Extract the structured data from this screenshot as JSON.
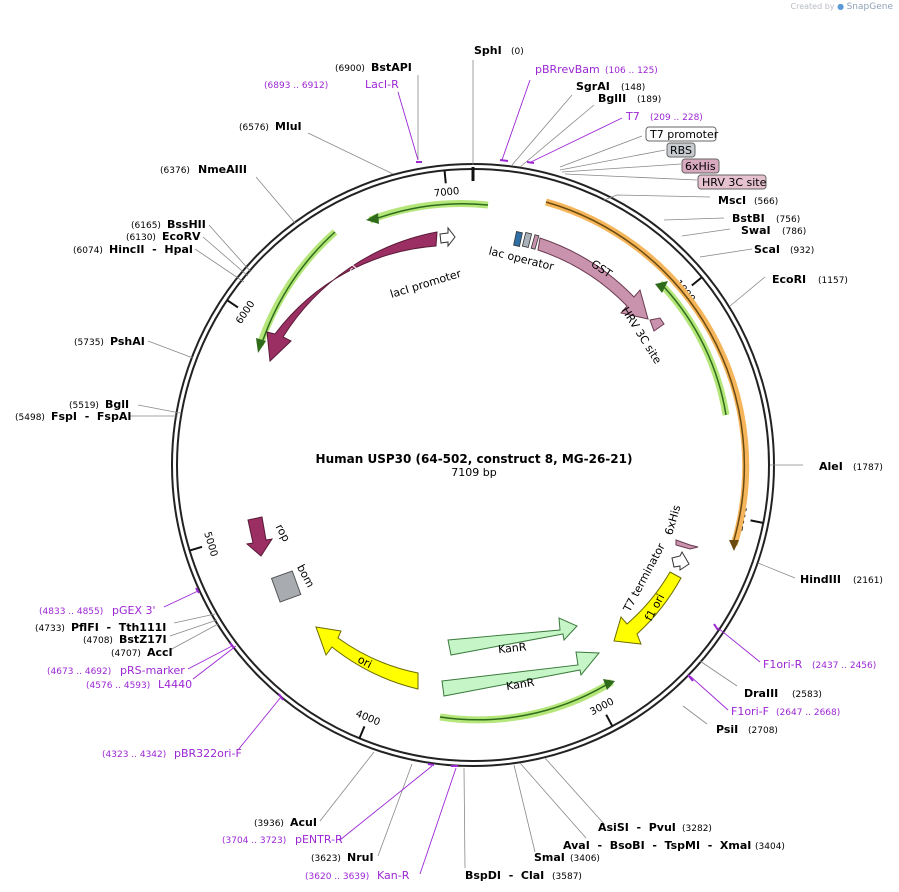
{
  "app": {
    "credit_prefix": "Created by",
    "credit_brand": "SnapGene"
  },
  "plasmid": {
    "name": "Human USP30 (64-502, construct 8, MG-26-21)",
    "length_label": "7109 bp",
    "length": 7109
  },
  "ticks": [
    "1000",
    "2000",
    "3000",
    "4000",
    "5000",
    "6000",
    "7000"
  ],
  "sites": [
    {
      "name": "SphI",
      "pos": "(0)"
    },
    {
      "name": "SgrAI",
      "pos": "(148)"
    },
    {
      "name": "BglII",
      "pos": "(189)"
    },
    {
      "name": "MscI",
      "pos": "(566)"
    },
    {
      "name": "BstBI",
      "pos": "(756)"
    },
    {
      "name": "SwaI",
      "pos": "(786)"
    },
    {
      "name": "ScaI",
      "pos": "(932)"
    },
    {
      "name": "EcoRI",
      "pos": "(1157)"
    },
    {
      "name": "AleI",
      "pos": "(1787)"
    },
    {
      "name": "HindIII",
      "pos": "(2161)"
    },
    {
      "name": "DraIII",
      "pos": "(2583)"
    },
    {
      "name": "PsiI",
      "pos": "(2708)"
    },
    {
      "name": "AsiSI  -  PvuI",
      "pos": "(3282)"
    },
    {
      "name": "AvaI  -  BsoBI  -  TspMI  -  XmaI",
      "pos": "(3404)"
    },
    {
      "name": "SmaI",
      "pos": "(3406)"
    },
    {
      "name": "BspDI  -  ClaI",
      "pos": "(3587)"
    },
    {
      "name": "NruI",
      "pos": "(3623)"
    },
    {
      "name": "AcuI",
      "pos": "(3936)"
    },
    {
      "name": "AccI",
      "pos": "(4707)"
    },
    {
      "name": "BstZ17I",
      "pos": "(4708)"
    },
    {
      "name": "PflFI  -  Tth111I",
      "pos": "(4733)"
    },
    {
      "name": "BglI",
      "pos": "(5519)"
    },
    {
      "name": "FspI  -  FspAI",
      "pos": "(5498)"
    },
    {
      "name": "PshAI",
      "pos": "(5735)"
    },
    {
      "name": "HincII  -  HpaI",
      "pos": "(6074)"
    },
    {
      "name": "EcoRV",
      "pos": "(6130)"
    },
    {
      "name": "BssHII",
      "pos": "(6165)"
    },
    {
      "name": "NmeAIII",
      "pos": "(6376)"
    },
    {
      "name": "MluI",
      "pos": "(6576)"
    },
    {
      "name": "BstAPI",
      "pos": "(6900)"
    }
  ],
  "primers": [
    {
      "name": "pBRrevBam",
      "range": "(106 .. 125)"
    },
    {
      "name": "T7",
      "range": "(209 .. 228)"
    },
    {
      "name": "F1ori-R",
      "range": "(2437 .. 2456)"
    },
    {
      "name": "F1ori-F",
      "range": "(2647 .. 2668)"
    },
    {
      "name": "Kan-R",
      "range": "(3620 .. 3639)"
    },
    {
      "name": "pENTR-R",
      "range": "(3704 .. 3723)"
    },
    {
      "name": "pBR322ori-F",
      "range": "(4323 .. 4342)"
    },
    {
      "name": "L4440",
      "range": "(4576 .. 4593)"
    },
    {
      "name": "pRS-marker",
      "range": "(4673 .. 4692)"
    },
    {
      "name": "pGEX 3'",
      "range": "(4833 .. 4855)"
    },
    {
      "name": "LacI-R",
      "range": "(6893 .. 6912)"
    }
  ],
  "boxed_features": [
    {
      "name": "T7 promoter",
      "fill": "#ffffff"
    },
    {
      "name": "RBS",
      "fill": "#c8ccd0"
    },
    {
      "name": "6xHis",
      "fill": "#d9a9bf"
    },
    {
      "name": "HRV 3C site",
      "fill": "#e6c1cf"
    }
  ],
  "features": {
    "laci": "lacI",
    "laci_promoter": "lacI promoter",
    "lac_operator": "lac operator",
    "gst": "GST",
    "hrv": "HRV 3C site",
    "his": "6xHis",
    "t7term": "T7 terminator",
    "f1ori": "f1 ori",
    "kanr1": "KanR",
    "kanr2": "KanR",
    "ori": "ori",
    "rop": "rop",
    "bom": "bom"
  },
  "colors": {
    "laci": "#9b2f63",
    "gst": "#c993ad",
    "yellow": "#ffff00",
    "kanr": "#c6f5c8",
    "green_arc": "#2e6b1a",
    "green_glow": "#b4e67a",
    "orange_glow": "#f5b55a",
    "primer": "#9c27d4",
    "rop": "#9b2f63",
    "bom": "#a8acb0"
  }
}
